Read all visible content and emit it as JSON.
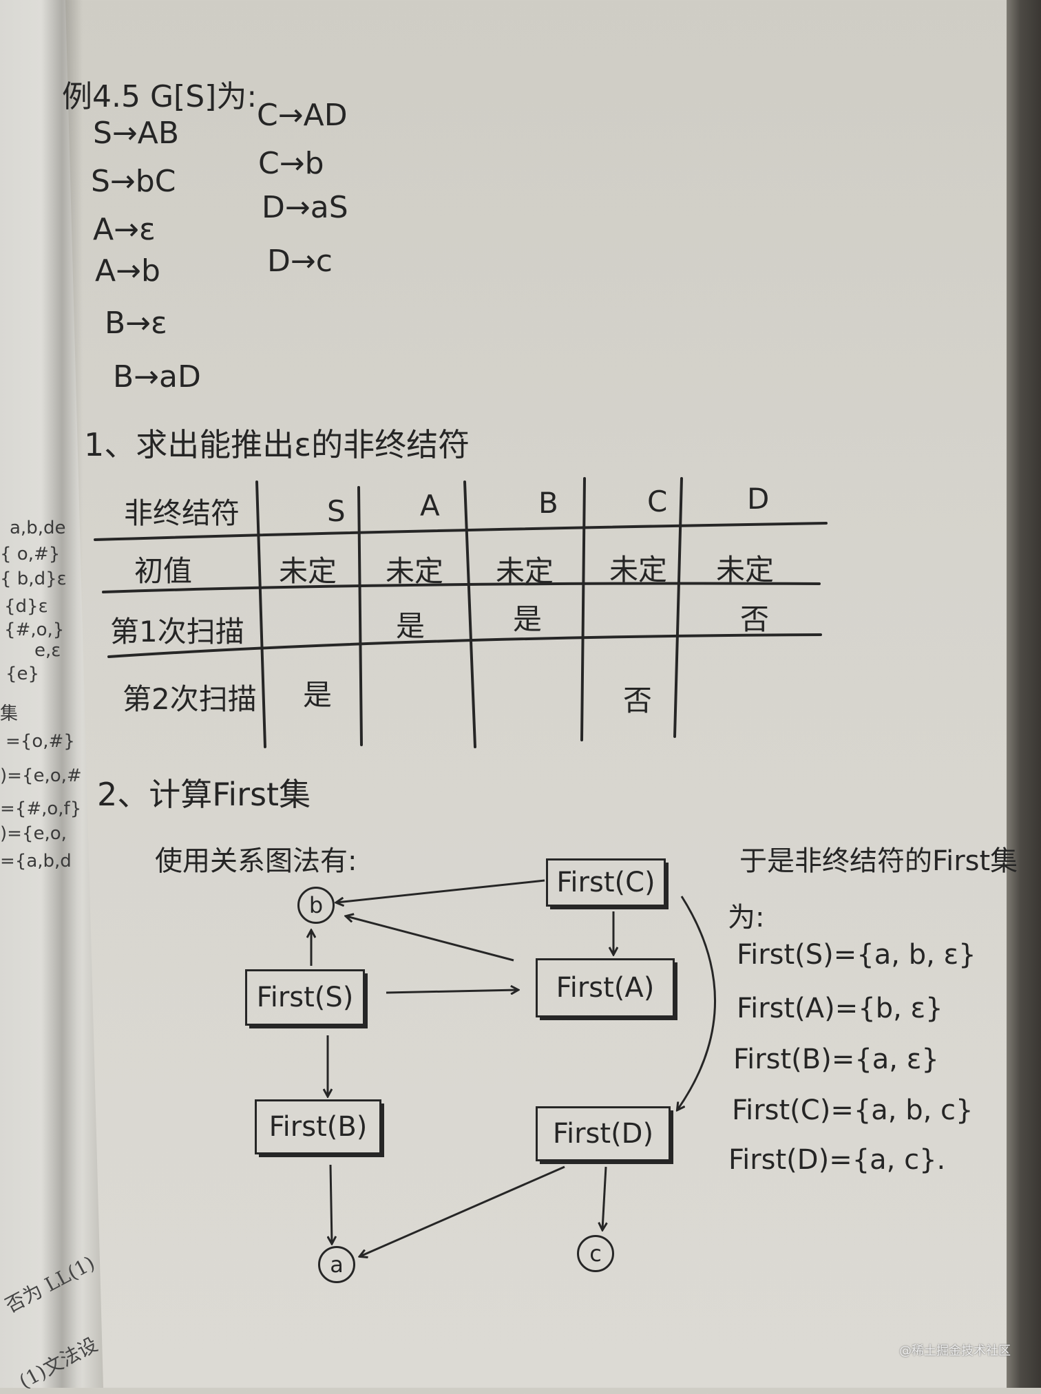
{
  "left_page": {
    "handwritten_fragments": [
      "a,b,de",
      "{ o,#}",
      "{ b,d}ε",
      "{d}ε",
      "{#,o,}",
      "e,ε",
      "{e}",
      "集",
      "={o,#}",
      ")={e,o,#",
      "={#,o,f}",
      ")={e,o,",
      "={a,b,d"
    ],
    "printed_fragments": [
      "否为 LL(1)",
      "(1)文法设"
    ]
  },
  "title": "例4.5 G[S]为:",
  "productions_left": [
    "S→AB",
    "S→bC",
    "A→ε",
    "A→b",
    "B→ε",
    "B→aD"
  ],
  "productions_right": [
    "C→AD",
    "C→b",
    "D→aS",
    "D→c"
  ],
  "section1": {
    "heading": "1、求出能推出ε的非终结符",
    "table": {
      "header": [
        "非终结符",
        "S",
        "A",
        "B",
        "C",
        "D"
      ],
      "rows": [
        {
          "label": "初值",
          "cells": [
            "未定",
            "未定",
            "未定",
            "未定",
            "未定"
          ]
        },
        {
          "label": "第1次扫描",
          "cells": [
            "",
            "是",
            "是",
            "",
            "否"
          ]
        },
        {
          "label": "第2次扫描",
          "cells": [
            "是",
            "",
            "",
            "否",
            ""
          ]
        }
      ]
    }
  },
  "section2": {
    "heading": "2、计算First集",
    "method": "使用关系图法有:",
    "nodes": {
      "first_c": "First(C)",
      "first_s": "First(S)",
      "first_a": "First(A)",
      "first_b": "First(B)",
      "first_d": "First(D)",
      "term_b": "b",
      "term_a": "a",
      "term_c": "c"
    },
    "edges": [
      [
        "First(C)",
        "b"
      ],
      [
        "First(A)",
        "b"
      ],
      [
        "First(S)",
        "b"
      ],
      [
        "First(S)",
        "First(A)"
      ],
      [
        "First(C)",
        "First(A)"
      ],
      [
        "First(C)",
        "First(D)"
      ],
      [
        "First(S)",
        "First(B)"
      ],
      [
        "First(B)",
        "a"
      ],
      [
        "First(D)",
        "a"
      ],
      [
        "First(D)",
        "c"
      ]
    ],
    "result_heading": "于是非终结符的First集",
    "result_heading_cont": "为:",
    "results": [
      "First(S)={a, b, ε}",
      "First(A)={b, ε}",
      "First(B)={a, ε}",
      "First(C)={a, b, c}",
      "First(D)={a, c}."
    ]
  },
  "watermark": "@稀土掘金技术社区"
}
